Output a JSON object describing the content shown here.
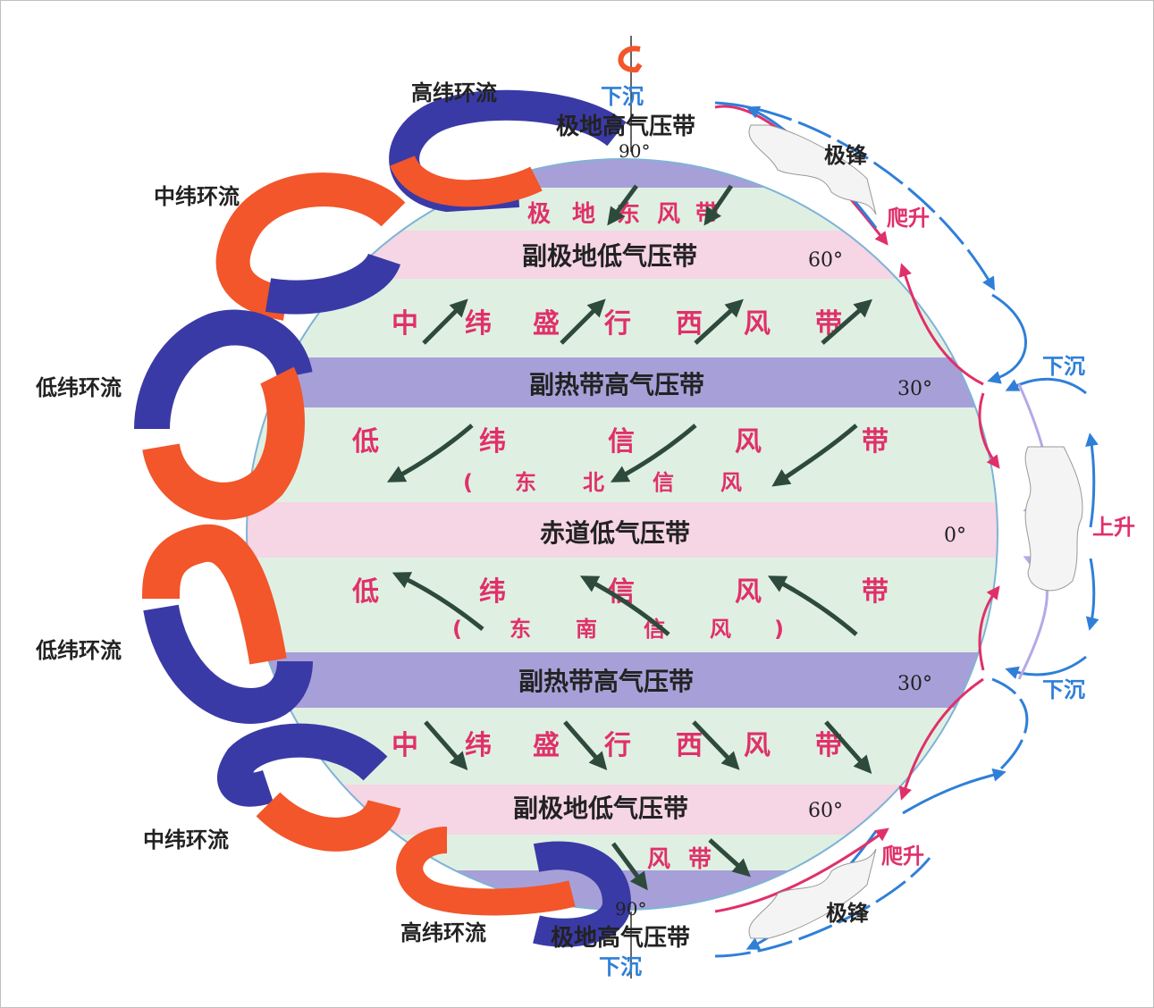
{
  "colors": {
    "pressure_high": "#a7a0d8",
    "pressure_low": "#f6d5e4",
    "wind_zone": "#dff0e3",
    "wind_text": "#e0306a",
    "warm_arrow": "#f2562a",
    "cold_arrow": "#3a3aa6",
    "blue_text": "#2f7fd8",
    "pink_text": "#e0306a",
    "wind_arrow": "#2e4a3c"
  },
  "cells": {
    "top_high": "高纬环流",
    "top_mid": "中纬环流",
    "top_low": "低纬环流",
    "bottom_low": "低纬环流",
    "bottom_mid": "中纬环流",
    "bottom_high": "高纬环流"
  },
  "pressure_belts": {
    "polar_high_north": "极地高气压带",
    "subpolar_low_north": "副极地低气压带",
    "subtropical_high_north": "副热带高气压带",
    "equatorial_low": "赤道低气压带",
    "subtropical_high_south": "副热带高气压带",
    "subpolar_low_south": "副极地低气压带",
    "polar_high_south": "极地高气压带"
  },
  "degrees": {
    "n90": "90°",
    "n60": "60°",
    "n30": "30°",
    "eq": "0°",
    "s30": "30°",
    "s60": "60°",
    "s90": "90°"
  },
  "wind_belts": {
    "polar_east_north": [
      "极",
      "地",
      "东",
      "风",
      "带"
    ],
    "westerlies_north": [
      "中",
      "纬",
      "盛",
      "行",
      "西",
      "风",
      "带"
    ],
    "trades_north": [
      "低",
      "纬",
      "信",
      "风",
      "带"
    ],
    "trades_north_sub": [
      "(",
      "东",
      "北",
      "信",
      "风"
    ],
    "trades_south": [
      "低",
      "纬",
      "信",
      "风",
      "带"
    ],
    "trades_south_sub": [
      "(",
      "东",
      "南",
      "信",
      "风",
      ")"
    ],
    "westerlies_south": [
      "中",
      "纬",
      "盛",
      "行",
      "西",
      "风",
      "带"
    ],
    "polar_east_south": [
      "风",
      "带"
    ]
  },
  "vertical": {
    "sink_top": "下沉",
    "sink_bottom": "下沉",
    "front_north": "极锋",
    "front_south": "极锋",
    "climb_north": "爬升",
    "climb_south": "爬升",
    "sink_n30": "下沉",
    "sink_s30": "下沉",
    "rise_eq": "上升"
  }
}
